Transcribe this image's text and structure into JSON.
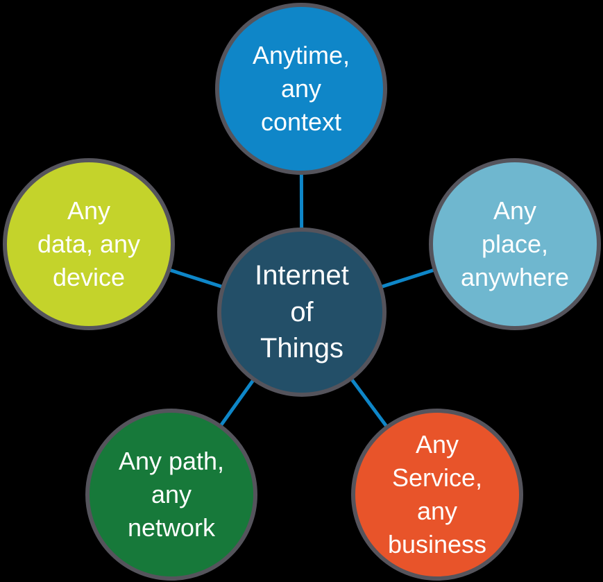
{
  "diagram": {
    "title": "Internet of Things diagram",
    "background_color": "#000000",
    "connector_color": "#0E86C8",
    "border_color": "#55545C",
    "text_color": "#FFFFFF",
    "center": {
      "label": "Internet of Things",
      "lines": [
        "Internet",
        "of",
        "Things"
      ],
      "color": "#234F68",
      "position": "center"
    },
    "satellites": [
      {
        "label": "Anytime, any context",
        "lines": [
          "Anytime,",
          "any",
          "context"
        ],
        "color": "#0F86C8",
        "position": "top"
      },
      {
        "label": "Any place, anywhere",
        "lines": [
          "Any",
          "place,",
          "anywhere"
        ],
        "color": "#6FB7CF",
        "position": "right"
      },
      {
        "label": "Any Service, any business",
        "lines": [
          "Any",
          "Service,",
          "any",
          "business"
        ],
        "color": "#E8542A",
        "position": "bottom-right"
      },
      {
        "label": "Any path, any network",
        "lines": [
          "Any path,",
          "any",
          "network"
        ],
        "color": "#17793A",
        "position": "bottom-left"
      },
      {
        "label": "Any data, any device",
        "lines": [
          "Any",
          "data, any",
          "device"
        ],
        "color": "#C4D32B",
        "position": "left"
      }
    ]
  }
}
